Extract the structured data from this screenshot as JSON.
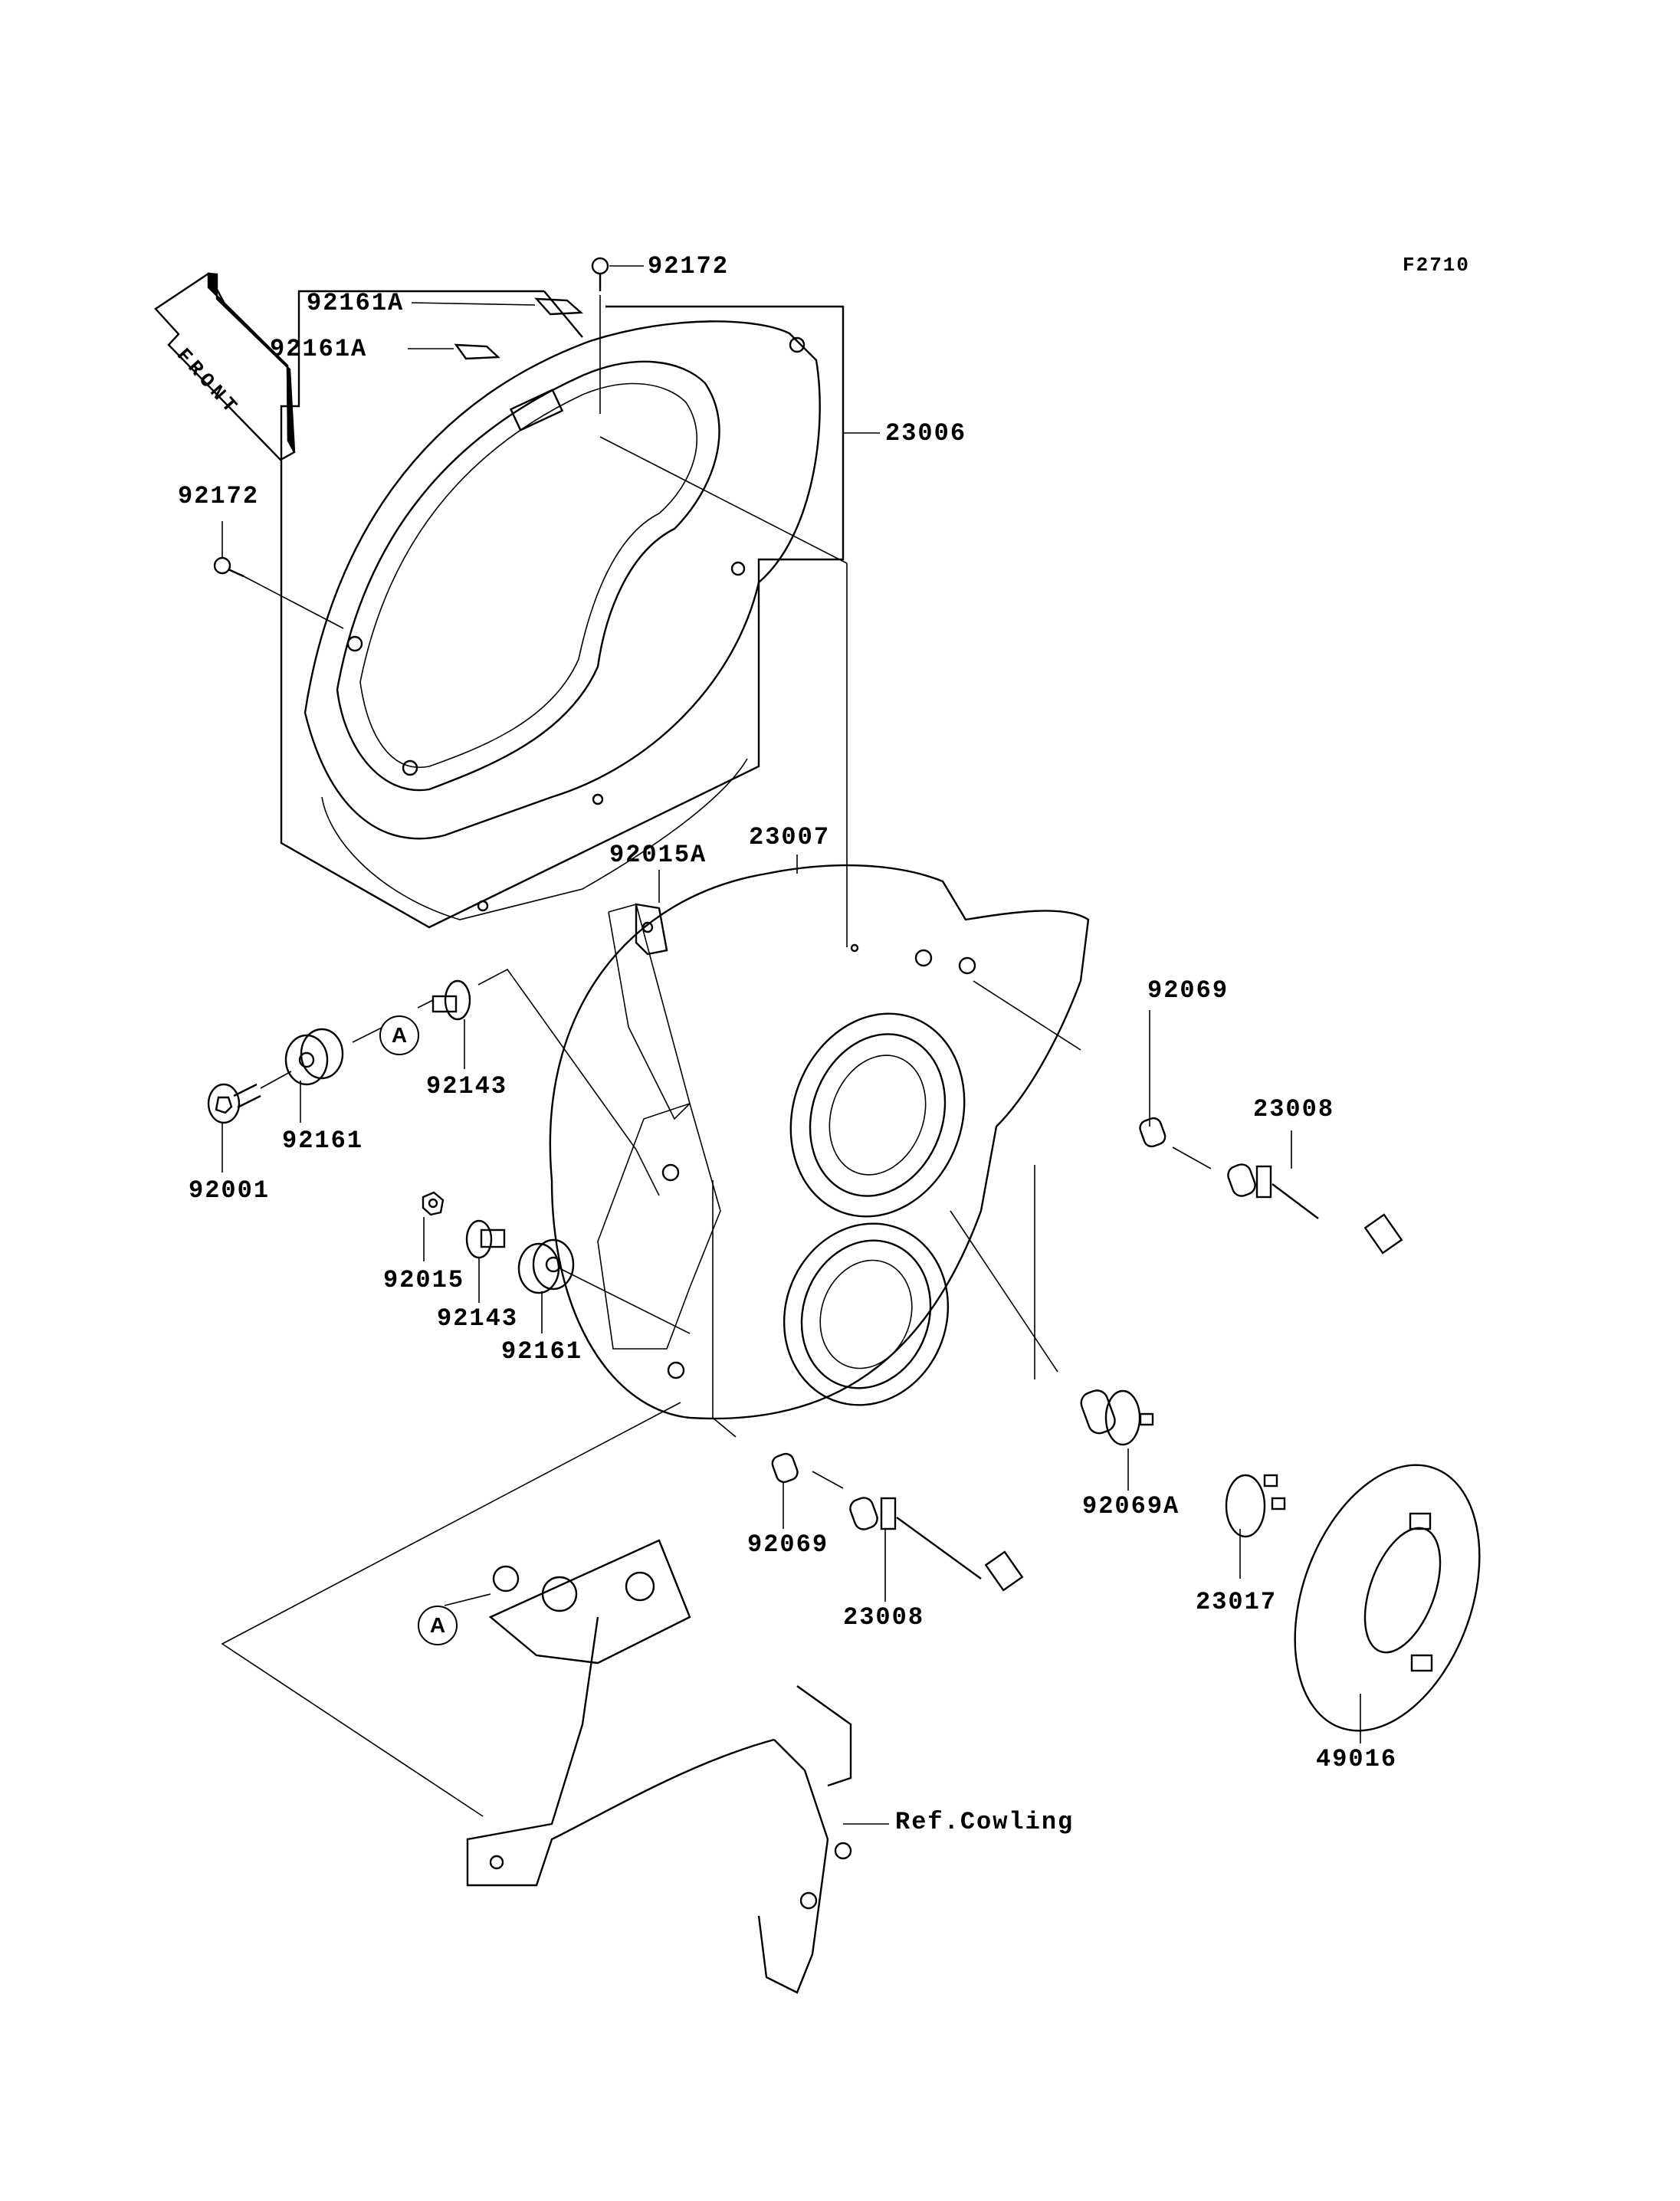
{
  "diagram": {
    "figure_code": "F2710",
    "front_arrow_text": "FRONT",
    "reference_label": "Ref.Cowling",
    "callout_marker": "A",
    "parts": {
      "screw_top": "92172",
      "pad_upper": "92161A",
      "pad_lower": "92161A",
      "inner_cover": "23006",
      "screw_left": "92172",
      "clip_nut": "92015A",
      "headlight_assembly": "23007",
      "collar_upper": "92143",
      "grommet_upper": "92161",
      "bolt": "92001",
      "nut": "92015",
      "collar_lower": "92143",
      "grommet_lower": "92161",
      "bulb_position_upper": "92069",
      "socket_upper": "23008",
      "bulb_position_lower": "92069",
      "socket_lower": "23008",
      "bulb_headlight": "92069A",
      "socket_headlight": "23017",
      "boot_cap": "49016"
    }
  }
}
